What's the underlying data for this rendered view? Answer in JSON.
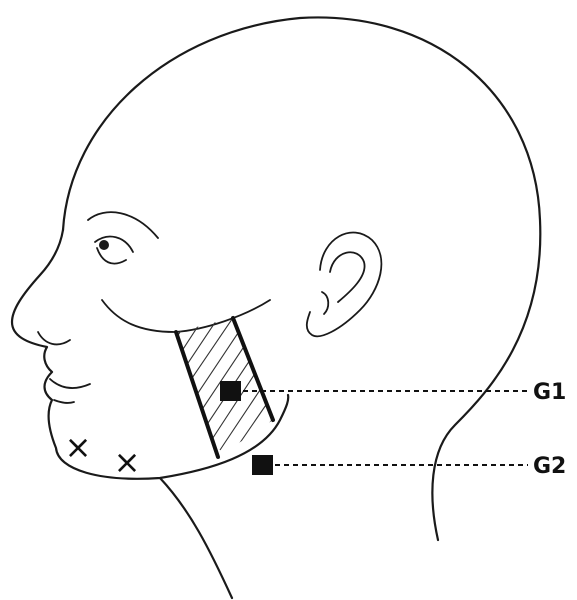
{
  "electrodes": [
    {
      "id": "g1",
      "label": "G1"
    },
    {
      "id": "g2",
      "label": "G2"
    }
  ],
  "markers": [
    {
      "symbol": "×"
    },
    {
      "symbol": "×"
    }
  ],
  "colors": {
    "line": "#1a1a1a",
    "electrode": "#111111",
    "background": "#ffffff"
  }
}
